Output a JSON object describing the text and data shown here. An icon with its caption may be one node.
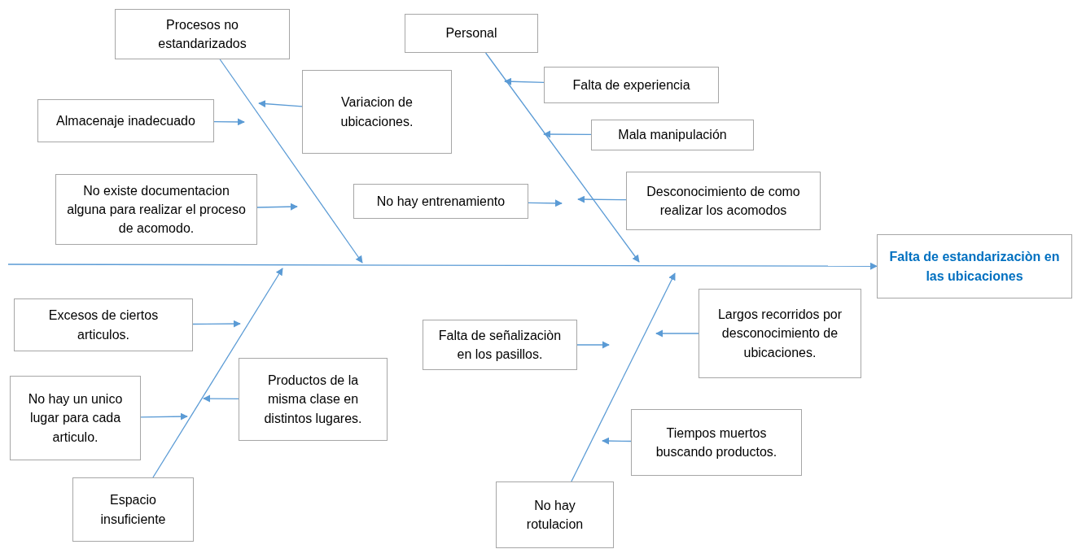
{
  "diagram": {
    "nodes": [
      {
        "text": [
          "Procesos no estandarizados"
        ]
      },
      {
        "text": [
          "Personal"
        ]
      },
      {
        "text": [
          "Almacenaje inadecuado"
        ]
      },
      {
        "text": [
          "Variacion de ubicaciones."
        ]
      },
      {
        "text": [
          "Falta de experiencia"
        ]
      },
      {
        "text": [
          "Mala manipulación"
        ]
      },
      {
        "text": [
          "No existe documentacion alguna para realizar el proceso de acomodo."
        ]
      },
      {
        "text": [
          "No hay entrenamiento"
        ]
      },
      {
        "text": [
          "Desconocimiento de como realizar los acomodos"
        ]
      },
      {
        "text": [
          "Falta de estandarizaciòn en las ubicaciones"
        ]
      },
      {
        "text": [
          "Excesos de ciertos articulos."
        ]
      },
      {
        "text": [
          "Largos recorridos por desconocimiento de ubicaciones."
        ]
      },
      {
        "text": [
          "Falta de señalizaciòn en los pasillos."
        ]
      },
      {
        "text": [
          "Productos de la misma clase en distintos lugares."
        ]
      },
      {
        "text": [
          "No hay un unico lugar para cada articulo."
        ]
      },
      {
        "text": [
          "Tiempos muertos buscando productos."
        ]
      },
      {
        "text": [
          "Espacio insuficiente"
        ]
      },
      {
        "text": [
          "No hay rotulacion"
        ]
      }
    ],
    "edges": [
      {
        "from": null,
        "to": 9,
        "arrow": "to"
      },
      {
        "from": 0,
        "to": null,
        "arrow": "to"
      },
      {
        "from": 1,
        "to": null,
        "arrow": "to"
      },
      {
        "from": 16,
        "to": null,
        "arrow": "to"
      },
      {
        "from": 17,
        "to": null,
        "arrow": "to"
      },
      {
        "from": 2,
        "to": null,
        "arrow": "to"
      },
      {
        "from": 3,
        "to": null,
        "arrow": "to"
      },
      {
        "from": 4,
        "to": null,
        "arrow": "to"
      },
      {
        "from": 5,
        "to": null,
        "arrow": "to"
      },
      {
        "from": 6,
        "to": null,
        "arrow": "to"
      },
      {
        "from": 7,
        "to": null,
        "arrow": "to"
      },
      {
        "from": 8,
        "to": null,
        "arrow": "to"
      },
      {
        "from": 10,
        "to": null,
        "arrow": "to"
      },
      {
        "from": 11,
        "to": null,
        "arrow": "to"
      },
      {
        "from": 12,
        "to": null,
        "arrow": "to"
      },
      {
        "from": 13,
        "to": null,
        "arrow": "to"
      },
      {
        "from": 14,
        "to": null,
        "arrow": "to"
      },
      {
        "from": 15,
        "to": null,
        "arrow": "to"
      }
    ]
  }
}
